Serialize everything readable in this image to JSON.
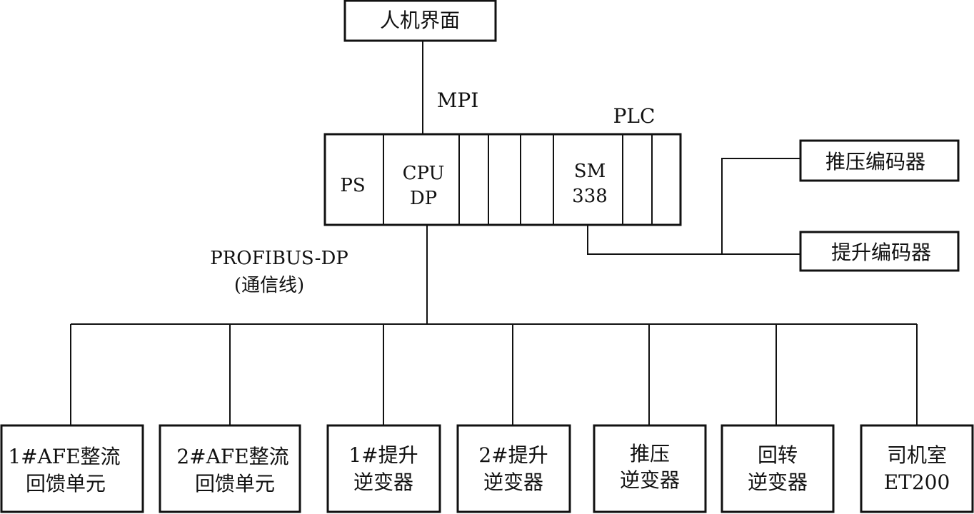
{
  "hmi": "人机界面",
  "mpi_label": "MPI",
  "plc_label": "PLC",
  "plc_slots": {
    "ps": "PS",
    "cpu_line1": "CPU",
    "cpu_line2": "DP",
    "sm_line1": "SM",
    "sm_line2": "338"
  },
  "encoders": {
    "push": "推压编码器",
    "hoist": "提升编码器"
  },
  "bus_label": {
    "line1": "PROFIBUS-DP",
    "line2": "(通信线)"
  },
  "nodes": [
    {
      "line1": "1#AFE整流",
      "line2": "回馈单元"
    },
    {
      "line1": "2#AFE整流",
      "line2": "回馈单元"
    },
    {
      "line1": "1#提升",
      "line2": "逆变器"
    },
    {
      "line1": "2#提升",
      "line2": "逆变器"
    },
    {
      "line1": "推压",
      "line2": "逆变器"
    },
    {
      "line1": "回转",
      "line2": "逆变器"
    },
    {
      "line1": "司机室",
      "line2": "ET200"
    }
  ]
}
